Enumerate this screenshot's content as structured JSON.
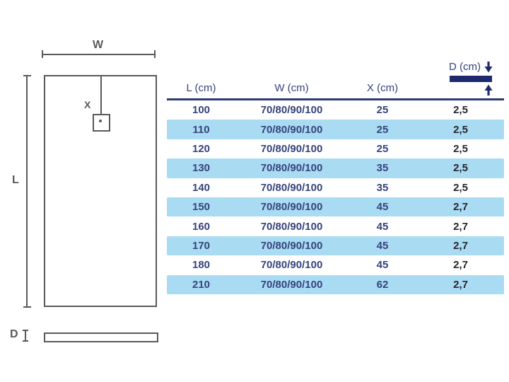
{
  "diagram": {
    "width_label": "W",
    "length_label": "L",
    "drain_offset_label": "X",
    "depth_label": "D"
  },
  "table": {
    "headers": [
      "L (cm)",
      "W (cm)",
      "X (cm)",
      "D (cm)"
    ],
    "rows": [
      [
        "100",
        "70/80/90/100",
        "25",
        "2,5"
      ],
      [
        "110",
        "70/80/90/100",
        "25",
        "2,5"
      ],
      [
        "120",
        "70/80/90/100",
        "25",
        "2,5"
      ],
      [
        "130",
        "70/80/90/100",
        "35",
        "2,5"
      ],
      [
        "140",
        "70/80/90/100",
        "35",
        "2,5"
      ],
      [
        "150",
        "70/80/90/100",
        "45",
        "2,7"
      ],
      [
        "160",
        "70/80/90/100",
        "45",
        "2,7"
      ],
      [
        "170",
        "70/80/90/100",
        "45",
        "2,7"
      ],
      [
        "180",
        "70/80/90/100",
        "45",
        "2,7"
      ],
      [
        "210",
        "70/80/90/100",
        "62",
        "2,7"
      ]
    ]
  },
  "colors": {
    "row_highlight": "#a9dbf3",
    "table_text": "#36437b",
    "depth_text": "#26262e",
    "header_rule": "#2c3a78",
    "depth_bar": "#1f2a6e",
    "diagram_line": "#58595b"
  }
}
